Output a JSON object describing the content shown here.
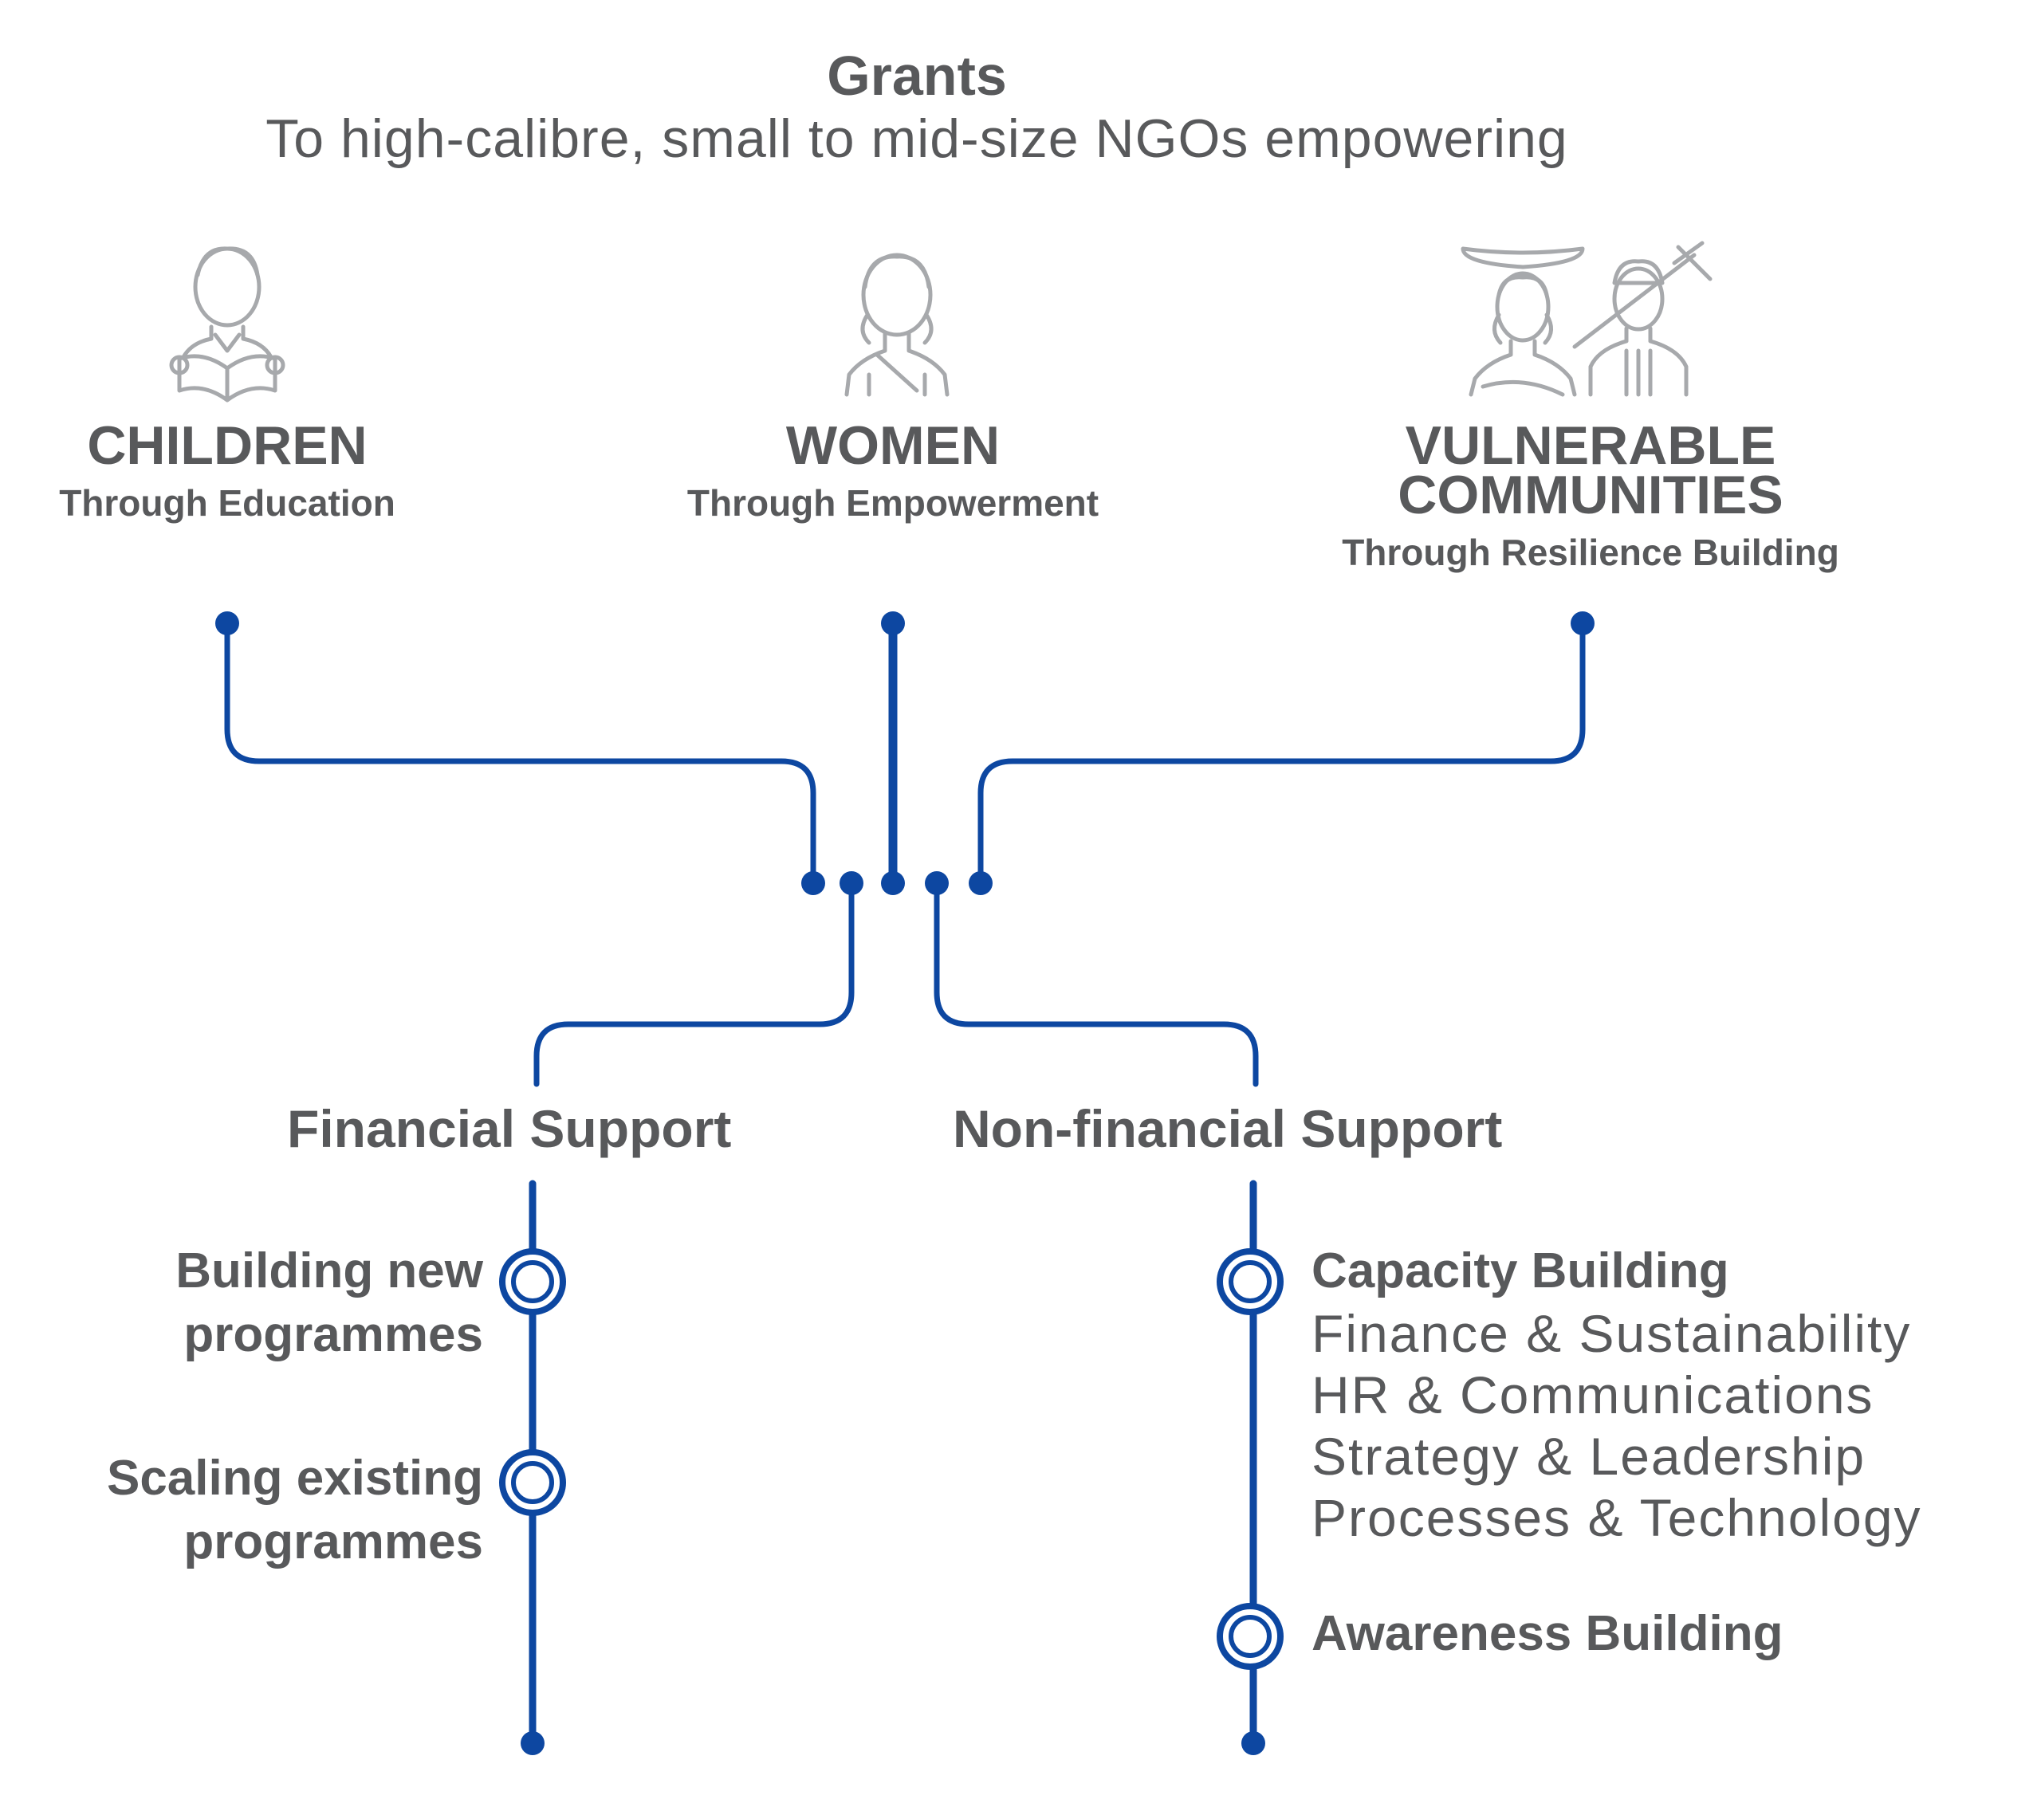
{
  "header": {
    "title": "Grants",
    "subtitle": "To high-calibre, small to mid-size NGOs empowering"
  },
  "categories": [
    {
      "name": "CHILDREN",
      "sub": "Through Education",
      "icon": "child-reading-icon"
    },
    {
      "name": "WOMEN",
      "sub": "Through Empowerment",
      "icon": "woman-icon"
    },
    {
      "name_line1": "VULNERABLE",
      "name_line2": "COMMUNITIES",
      "sub": "Through Resilience Building",
      "icon": "community-people-icon"
    }
  ],
  "supports": {
    "financial": {
      "label": "Financial Support",
      "items": [
        {
          "line1": "Building new",
          "line2": "programmes"
        },
        {
          "line1": "Scaling existing",
          "line2": "programmes"
        }
      ]
    },
    "non_financial": {
      "label": "Non-financial Support",
      "items": [
        {
          "title": "Capacity Building",
          "subitems": [
            "Finance & Sustainability",
            "HR & Communications",
            "Strategy & Leadership",
            "Processes & Technology"
          ]
        },
        {
          "title": "Awareness Building"
        }
      ]
    }
  },
  "colors": {
    "accent": "#0d47a1",
    "text": "#58595b",
    "icon": "#a7a9ac"
  }
}
